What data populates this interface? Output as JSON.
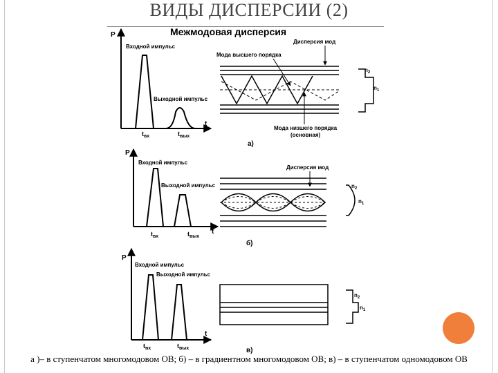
{
  "slide": {
    "title": "ВИДЫ ДИСПЕРСИИ (2)",
    "caption": "а )– в ступенчатом многомодовом ОВ; б) – в градиентном многомодовом ОВ; в) – в ступенчатом одномодовом ОВ",
    "accent_color": "#f07f3c"
  },
  "diagram": {
    "heading": "Межмодовая дисперсия",
    "panel_a": {
      "axis_y": "P",
      "axis_x": "t",
      "input_pulse": "Входной импульс",
      "output_pulse": "Выходной импульс",
      "t_in": "t",
      "t_in_sub": "вх",
      "t_out": "t",
      "t_out_sub": "вых",
      "mode_dispersion": "Дисперсия мод",
      "high_order_mode": "Мода высшего порядка",
      "low_order_mode_1": "Мода низшего порядка",
      "low_order_mode_2": "(основная)",
      "n2": "n",
      "n2_sub": "2",
      "n1": "n",
      "n1_sub": "1",
      "label": "а)"
    },
    "panel_b": {
      "axis_y": "P",
      "axis_x": "t",
      "input_pulse": "Входной импульс",
      "output_pulse": "Выходной импульс",
      "t_in": "t",
      "t_in_sub": "вх",
      "t_out": "t",
      "t_out_sub": "вых",
      "mode_dispersion": "Дисперсия мод",
      "n2": "n",
      "n2_sub": "2",
      "n1": "n",
      "n1_sub": "1",
      "label": "б)"
    },
    "panel_c": {
      "axis_y": "P",
      "axis_x": "t",
      "input_pulse": "Входной импульс",
      "output_pulse": "Выходной импульс",
      "t_in": "t",
      "t_in_sub": "вх",
      "t_out": "t",
      "t_out_sub": "вых",
      "n2": "n",
      "n2_sub": "2",
      "n1": "n",
      "n1_sub": "1",
      "label": "в)"
    }
  }
}
